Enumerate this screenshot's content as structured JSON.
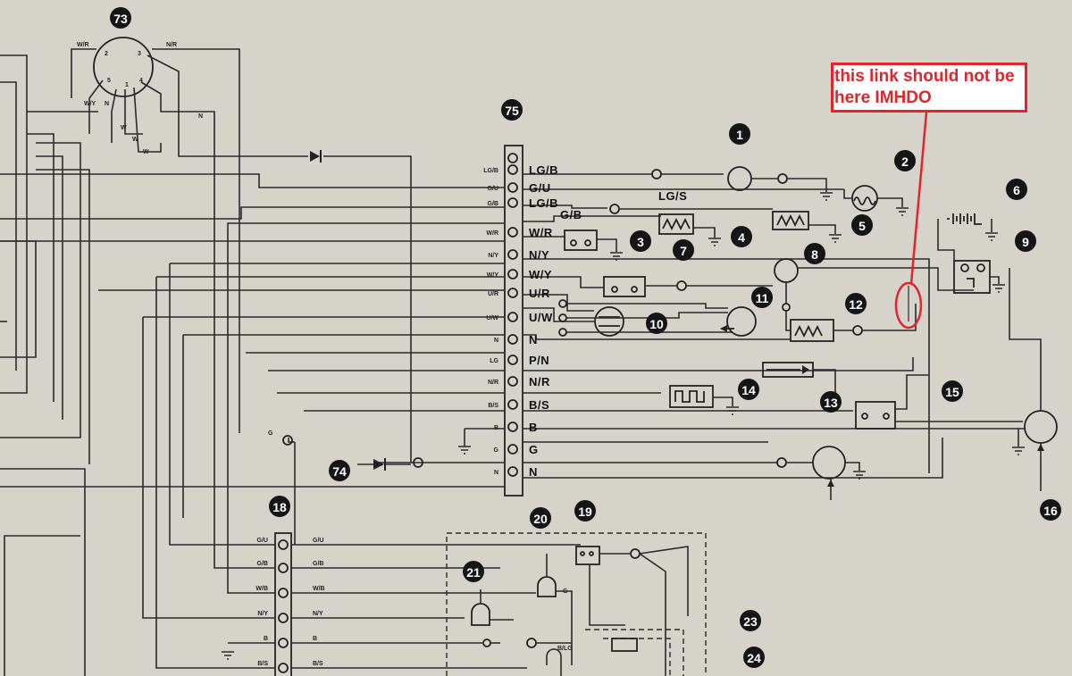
{
  "annotation": {
    "text": "this link should not be here IMHDO",
    "color": "#e0262b"
  },
  "badges": [
    "73",
    "75",
    "1",
    "2",
    "6",
    "4",
    "5",
    "3",
    "7",
    "8",
    "9",
    "10",
    "11",
    "12",
    "13",
    "14",
    "15",
    "16",
    "74",
    "18",
    "19",
    "20",
    "21",
    "23",
    "24"
  ],
  "connector_75": {
    "right_labels": [
      "LG/B",
      "G/U",
      "LG/B",
      "W/R",
      "N/Y",
      "W/Y",
      "U/R",
      "U/W",
      "N",
      "P/N",
      "N/R",
      "B/S",
      "B",
      "G",
      "N"
    ],
    "left_small_labels": [
      "LG/B",
      "G/U",
      "G/B",
      "W/R",
      "N/Y",
      "W/Y",
      "U/R",
      "U/W",
      "N",
      "LG",
      "N/R",
      "B/S",
      "B",
      "G",
      "N"
    ]
  },
  "wire_labels": {
    "lg_s": "LG/S",
    "g_b": "G/B",
    "c73_wr": "W/R",
    "c73_nr": "N/R",
    "c73_wy": "W/Y",
    "c73_n": "N",
    "c73_n2": "N",
    "c73_w1": "W",
    "c73_w2": "W",
    "c73_w3": "W",
    "g_left": "G",
    "pin_2": "2",
    "pin_3": "3",
    "pin_1": "1",
    "pin_4": "4",
    "pin_5": "5",
    "b_lg": "B/LG"
  },
  "connector_18": {
    "left_labels": [
      "G/U",
      "G/B",
      "W/B",
      "N/Y",
      "B",
      "B/S"
    ],
    "right_labels": [
      "G/U",
      "G/B",
      "W/B",
      "N/Y",
      "B",
      "B/S"
    ]
  },
  "component_text": {
    "c20_g": "G"
  }
}
